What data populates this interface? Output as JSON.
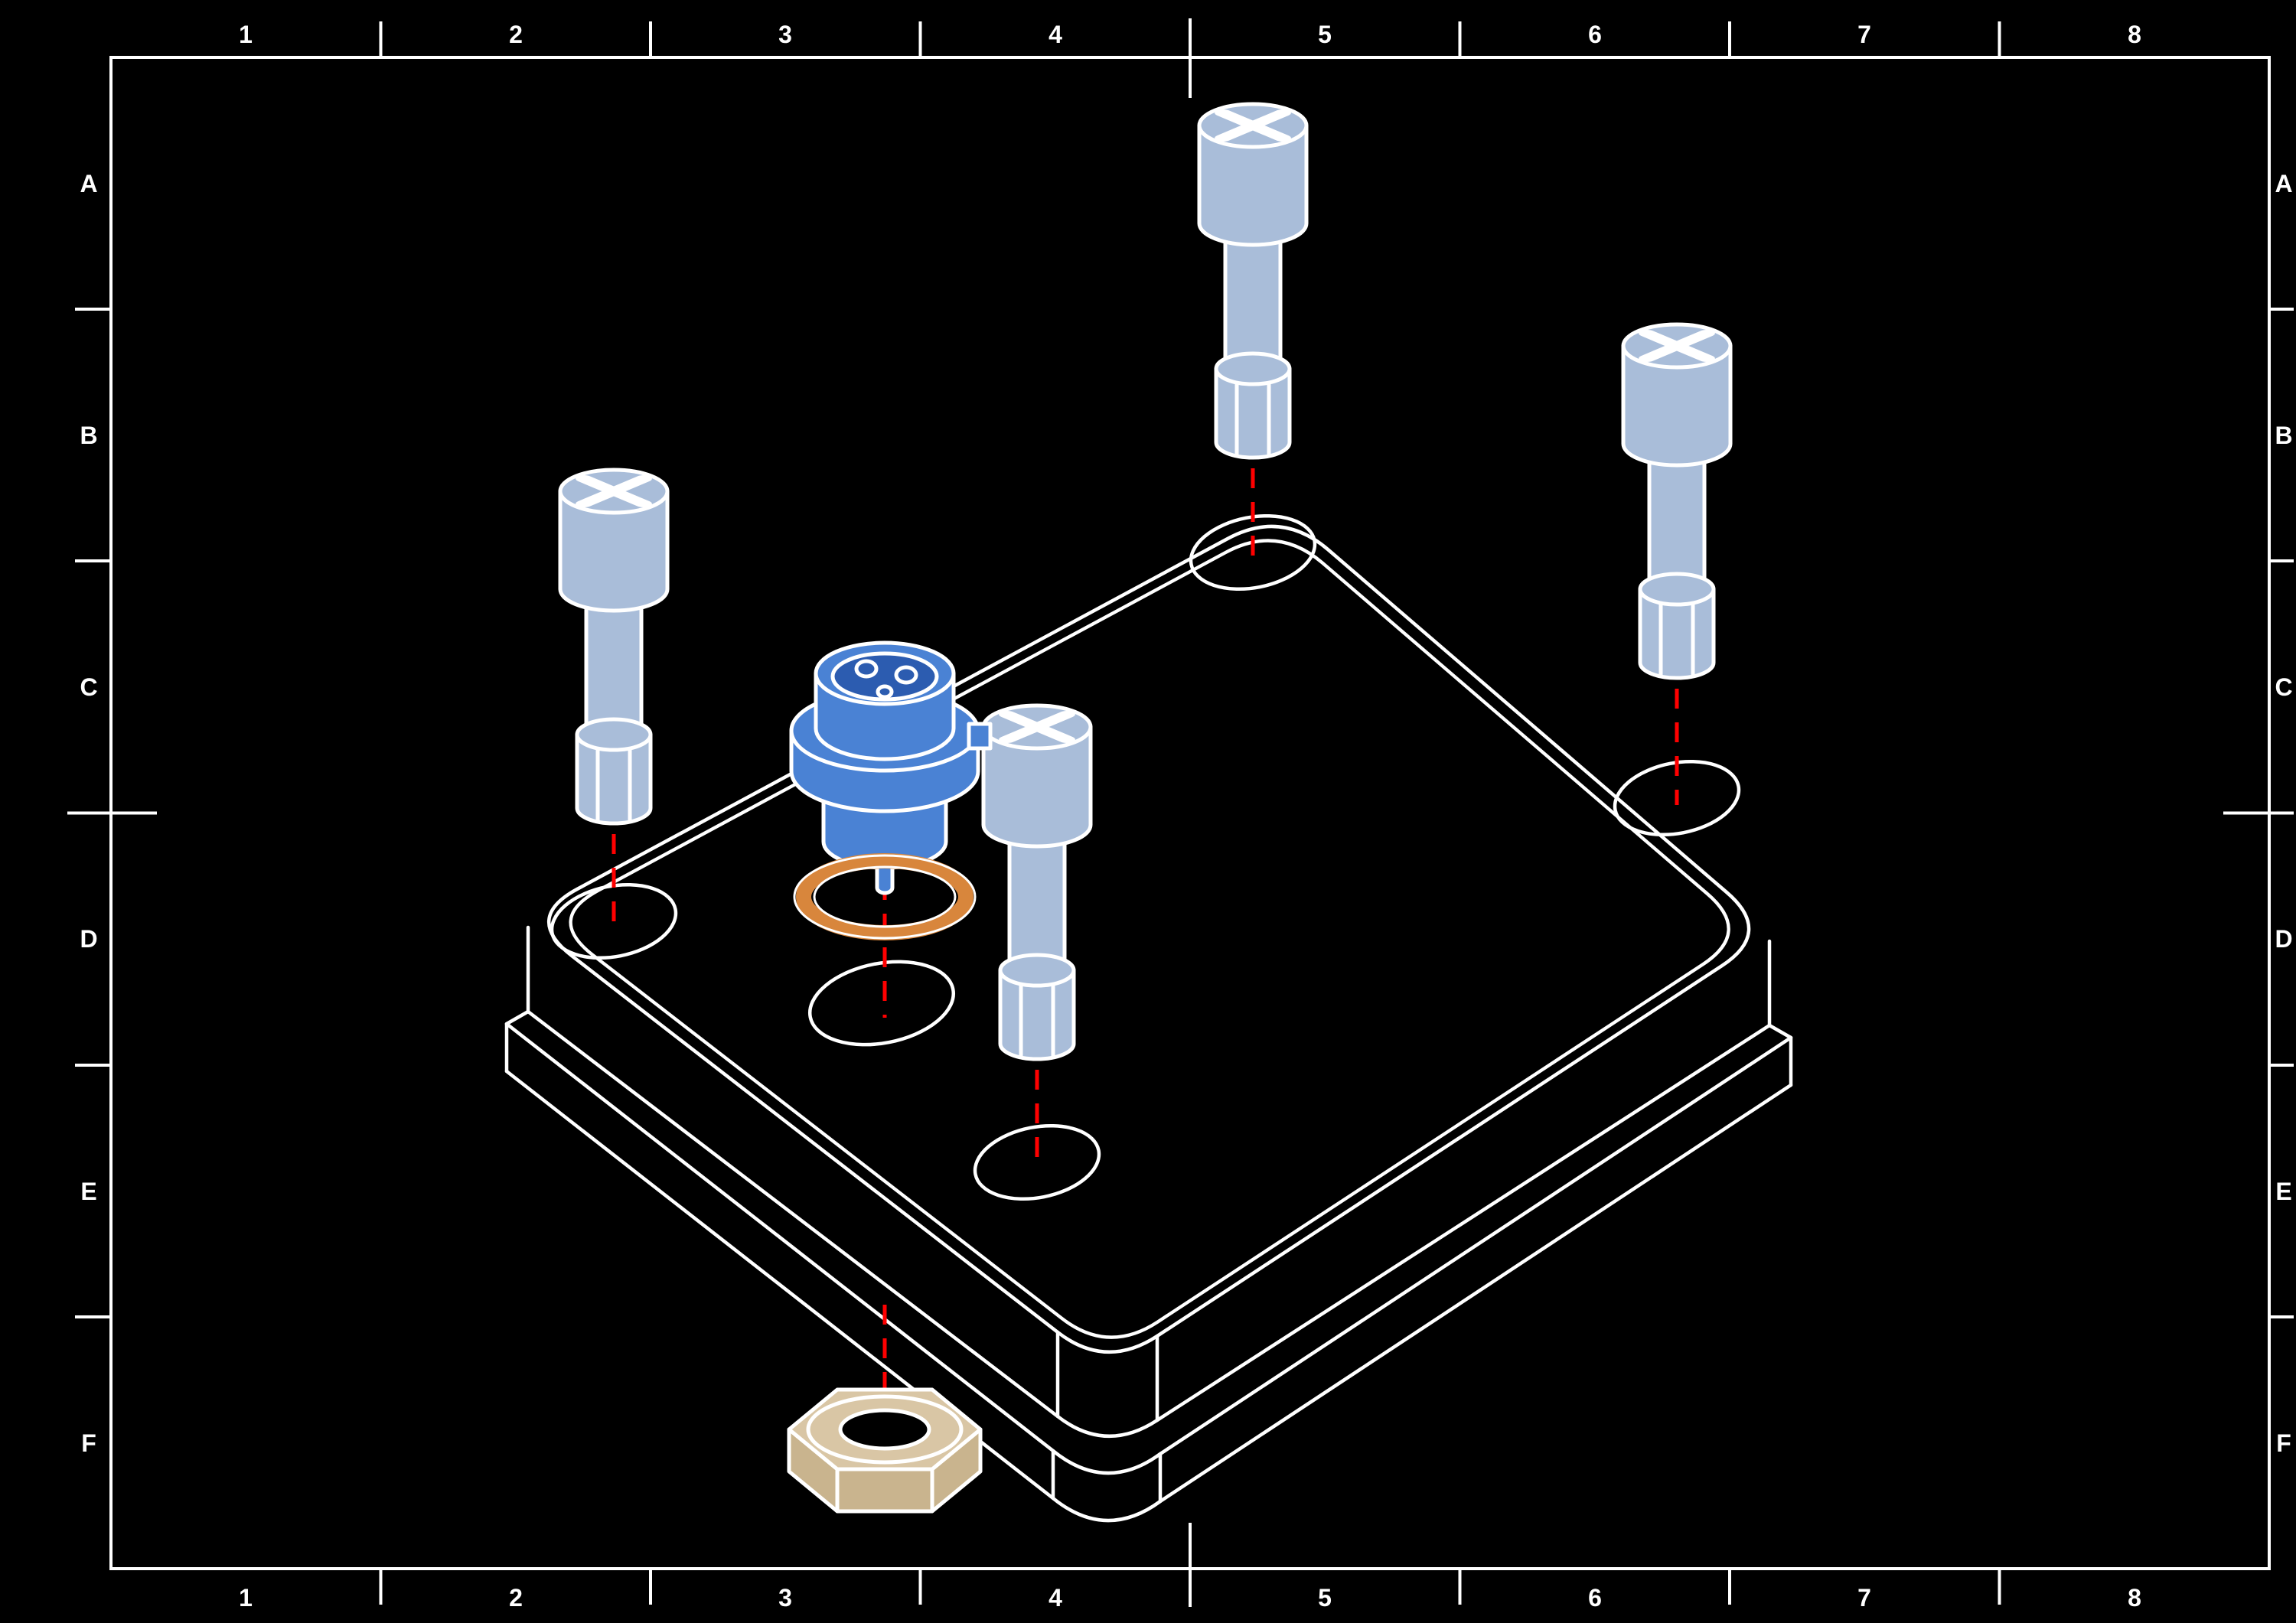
{
  "drawing": {
    "grid": {
      "cols": [
        "1",
        "2",
        "3",
        "4",
        "5",
        "6",
        "7",
        "8"
      ],
      "rows": [
        "A",
        "B",
        "C",
        "D",
        "E",
        "F"
      ]
    },
    "colors": {
      "background": "#000000",
      "frame": "#ffffff",
      "outline": "#ffffff",
      "screw": "#a9bdd9",
      "connector": "#4a82d4",
      "connector_dark": "#2c5cb0",
      "oring": "#d8863c",
      "nut_top": "#d9c6a5",
      "nut_side": "#c9b48e",
      "centerline": "#ff0000"
    },
    "parts": {
      "screw": "phillips-pan-head-screw",
      "connector": "circular-panel-connector",
      "oring": "o-ring-seal",
      "nut": "panel-hex-nut",
      "enclosure": "enclosure-box"
    }
  }
}
